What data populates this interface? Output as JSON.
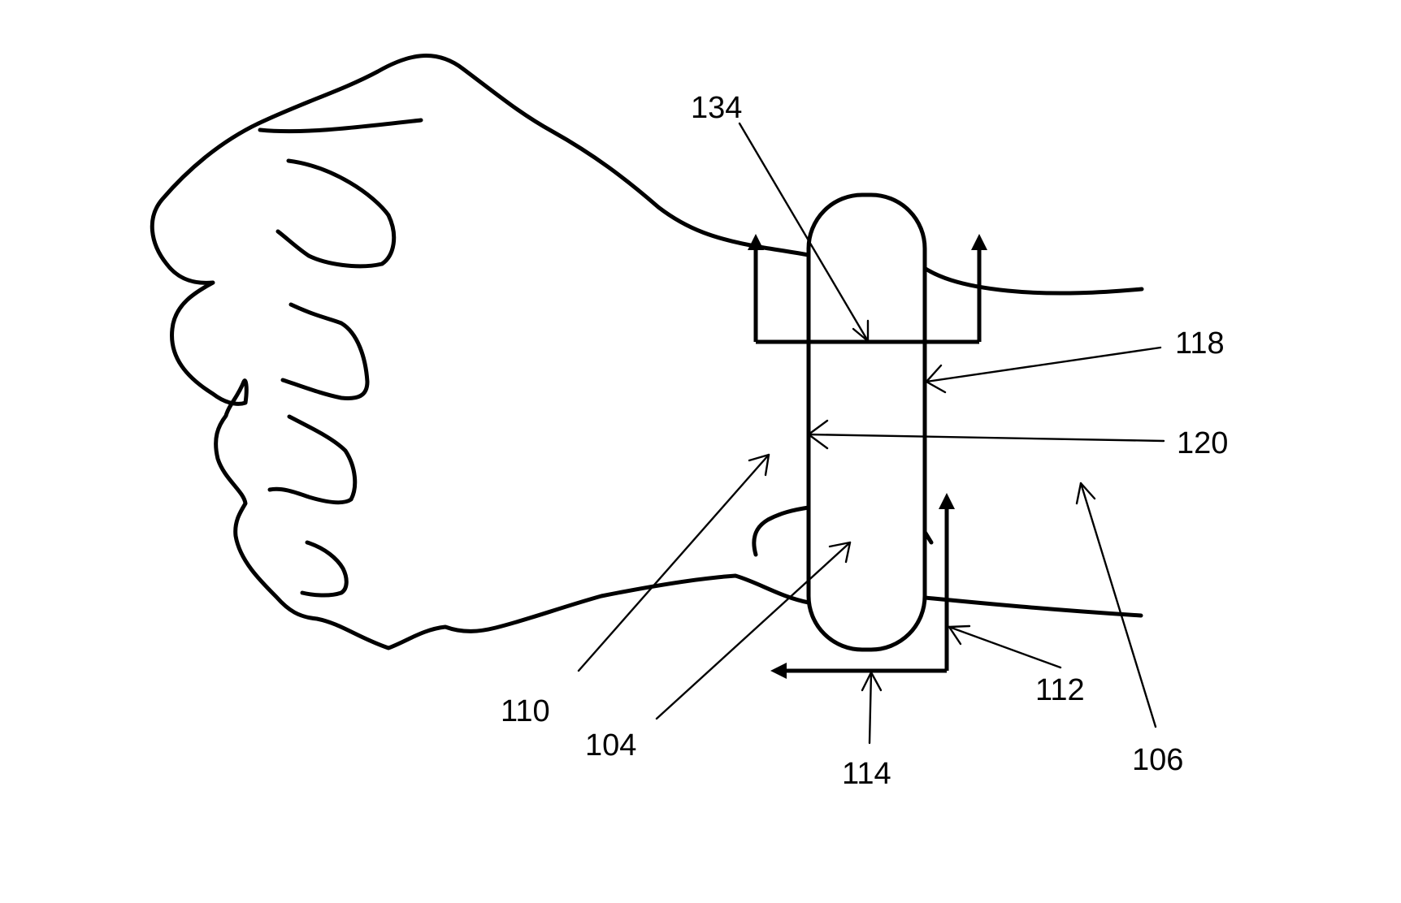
{
  "figure": {
    "labels": {
      "l134": "134",
      "l118": "118",
      "l120": "120",
      "l110": "110",
      "l104": "104",
      "l114": "114",
      "l112": "112",
      "l106": "106"
    }
  }
}
